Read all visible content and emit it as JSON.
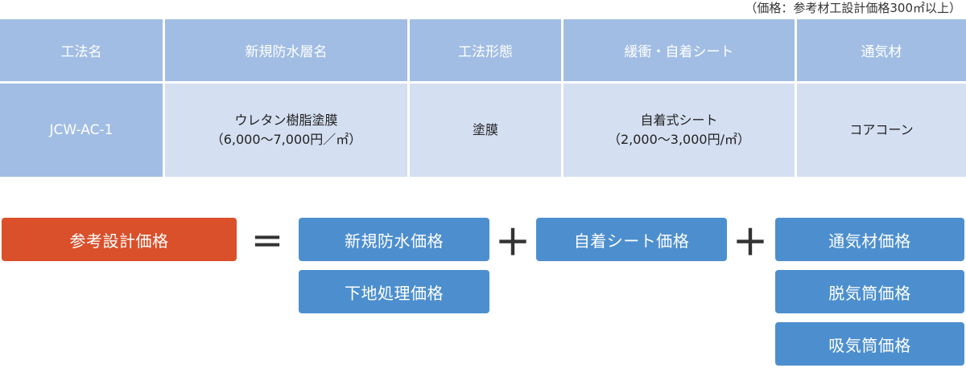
{
  "note": "（価格：参考材工設計価格300㎡以上）",
  "table": {
    "headers": [
      "工法名",
      "新規防水層名",
      "工法形態",
      "緩衝・自着シート",
      "通気材"
    ],
    "row": {
      "method": "JCW-AC-1",
      "layer_name": "ウレタン樹脂塗膜",
      "layer_price": "（6,000〜7,000円／㎡）",
      "form": "塗膜",
      "sheet_name": "自着式シート",
      "sheet_price": "（2,000〜3,000円/㎡）",
      "vent": "コアコーン"
    }
  },
  "formula": {
    "result": "参考設計価格",
    "equals": "＝",
    "plus": "＋",
    "col1": [
      "新規防水価格",
      "下地処理価格"
    ],
    "col2": [
      "自着シート価格"
    ],
    "col3": [
      "通気材価格",
      "脱気筒価格",
      "吸気筒価格"
    ]
  },
  "colors": {
    "header_bg": "#a1bde4",
    "cell_bg": "#d4dff1",
    "box_blue": "#4d8fce",
    "box_red": "#d9502b"
  }
}
